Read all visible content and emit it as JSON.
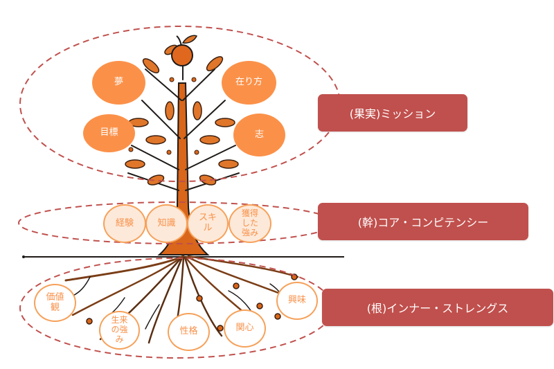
{
  "colors": {
    "dashed_ellipse": "#c0504d",
    "label_fill": "#c0504d",
    "fruit_fill": "#fb9149",
    "trunk_node_fill": "#fde9d9",
    "node_outline": "#f6a15a",
    "tree_orange": "#d9661a",
    "tree_ink": "#1e1a18"
  },
  "sections": [
    {
      "id": "fruit",
      "label": "(果実)ミッション"
    },
    {
      "id": "trunk",
      "label": "(幹)コア・コンピテンシー"
    },
    {
      "id": "root",
      "label": "(根)インナー・ストレングス"
    }
  ],
  "fruit_nodes": [
    {
      "text": "夢"
    },
    {
      "text": "在り方"
    },
    {
      "text": "目標"
    },
    {
      "text": "志"
    }
  ],
  "trunk_nodes": [
    {
      "text": "経験"
    },
    {
      "text": "知識"
    },
    {
      "text": "スキ\nル"
    },
    {
      "text": "獲得\nした\n強み"
    }
  ],
  "root_nodes": [
    {
      "text": "価値\n観"
    },
    {
      "text": "生来\nの強\nみ"
    },
    {
      "text": "性格"
    },
    {
      "text": "関心"
    },
    {
      "text": "興味"
    }
  ]
}
